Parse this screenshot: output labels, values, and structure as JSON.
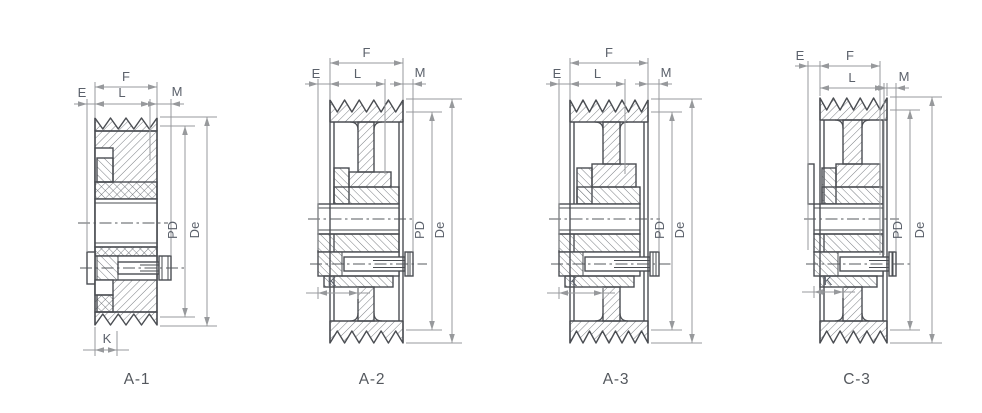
{
  "diagram": {
    "dims": {
      "e": "E",
      "f": "F",
      "l": "L",
      "m": "M",
      "k": "K",
      "pd": "PD",
      "de": "De"
    },
    "figures": [
      {
        "caption": "A-1"
      },
      {
        "caption": "A-2"
      },
      {
        "caption": "A-3"
      },
      {
        "caption": "C-3"
      }
    ],
    "colors": {
      "line": "#4a4d52",
      "hatch": "#6b6f75",
      "dim": "#97999c",
      "center": "#55585c",
      "text": "#5b616b",
      "caption": "#54585e",
      "background": "#ffffff"
    }
  }
}
